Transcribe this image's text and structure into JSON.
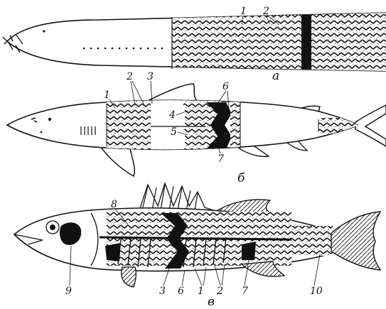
{
  "panel_a": {
    "letter": "а",
    "labels": {
      "l1": "1",
      "l2": "2"
    }
  },
  "panel_b": {
    "letter": "б",
    "labels": {
      "l1": "1",
      "l2": "2",
      "l3": "3",
      "l4": "4",
      "l5": "5",
      "l6": "6",
      "l7": "7"
    }
  },
  "panel_c": {
    "letter": "в",
    "labels": {
      "l8": "8",
      "l9": "9",
      "l3": "3",
      "l6": "6",
      "l1": "1",
      "l2": "2",
      "l7": "7",
      "l10": "10"
    }
  },
  "colors": {
    "ink": "#111111",
    "paper": "#ffffff"
  }
}
